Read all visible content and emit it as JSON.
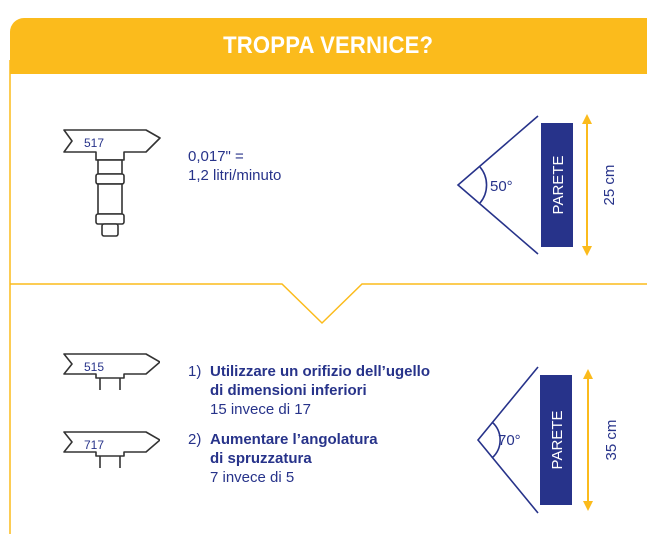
{
  "header": {
    "title": "TROPPA VERNICE?"
  },
  "top": {
    "tip_code": "517",
    "size_line": "0,017\" =",
    "flow_line": "1,2 litri/minuto",
    "angle": "50°",
    "wall_label": "PARETE",
    "width_label": "25 cm"
  },
  "bottom": {
    "tip_code_1": "515",
    "tip_code_2": "717",
    "step1_num": "1)",
    "step1_bold_1": "Utilizzare un orifizio dell’ugello",
    "step1_bold_2": "di dimensioni inferiori",
    "step1_note": "15 invece di 17",
    "step2_num": "2)",
    "step2_bold_1": "Aumentare l’angolatura",
    "step2_bold_2": "di spruzzatura",
    "step2_note": "7 invece di 5",
    "angle": "70°",
    "wall_label": "PARETE",
    "width_label": "35 cm"
  },
  "colors": {
    "accent": "#fbbb1c",
    "brand_blue": "#27338a",
    "outline": "#333333"
  }
}
